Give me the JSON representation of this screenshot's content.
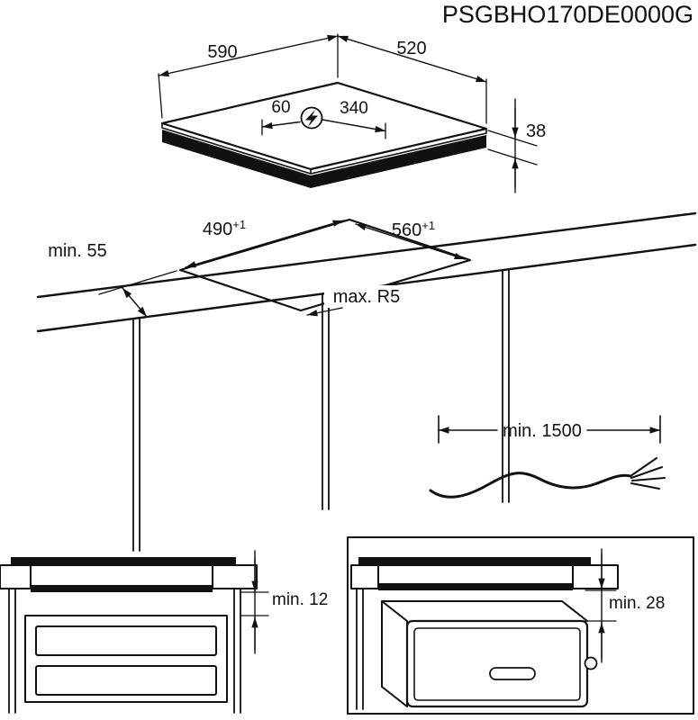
{
  "product_code": "PSGBHO170DE0000G",
  "hob": {
    "width_mm": "590",
    "depth_mm": "520",
    "thickness_mm": "38",
    "power_offset_left": "60",
    "power_offset_right": "340"
  },
  "cutout": {
    "depth": {
      "value": "490",
      "tolerance": "+1"
    },
    "width": {
      "value": "560",
      "tolerance": "+1"
    },
    "wall_clearance": "min. 55",
    "corner_radius": "max. R5"
  },
  "cable": {
    "length": "min. 1500"
  },
  "drawer_clearance": "min. 12",
  "oven_clearance": "min. 28",
  "icons": {
    "power_connection": "lightning-bolt-icon"
  },
  "colors": {
    "line": "#111111",
    "background": "#ffffff"
  }
}
